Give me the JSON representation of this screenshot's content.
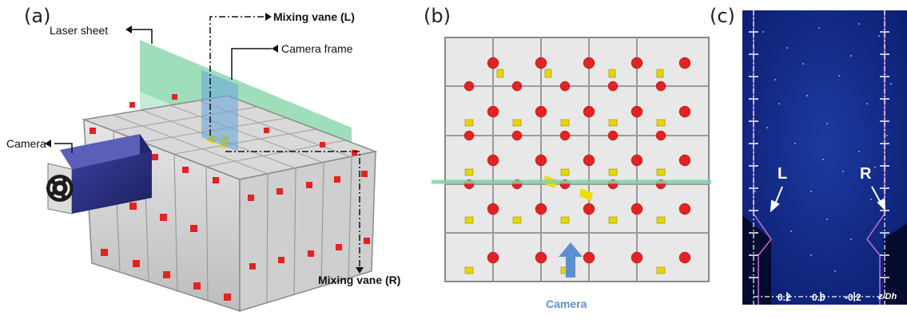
{
  "panel_a": {
    "label": "(a)",
    "laser_sheet": "Laser sheet",
    "mixing_vane_l": "Mixing vane (L)",
    "camera_frame": "Camera frame",
    "camera": "Camera",
    "mixing_vane_r": "Mixing vane (R)"
  },
  "panel_b": {
    "label": "(b)",
    "camera": "Camera"
  },
  "panel_c": {
    "label": "(c)",
    "vane_l": "L",
    "vane_r": "R",
    "ticks": [
      "0.2",
      "0.0",
      "-0.2"
    ],
    "axis_label": "z/Dh"
  },
  "colors": {
    "vane_red": "#e32222",
    "spring_yellow": "#e6d500",
    "laser_green": "#7fd3a4",
    "camera_blue": "#5b8fd1",
    "piv_background": "#0a1b6e",
    "boundary_magenta": "#c86bd8"
  }
}
